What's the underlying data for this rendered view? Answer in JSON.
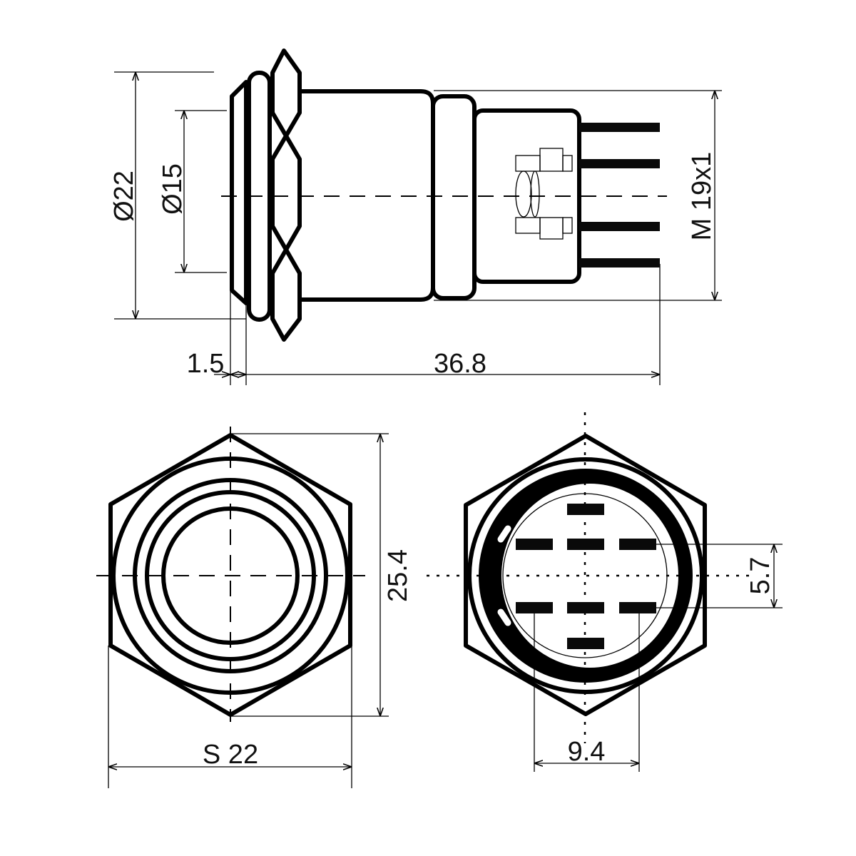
{
  "drawing": {
    "side_view": {
      "dim_outer_diameter": "Ø22",
      "dim_inner_diameter": "Ø15",
      "dim_thread": "M 19x1",
      "dim_bezel_thickness": "1.5",
      "dim_length": "36.8"
    },
    "front_view": {
      "dim_across_corners": "25.4",
      "dim_across_flats": "S 22"
    },
    "rear_view": {
      "dim_pin_row_spacing": "5.7",
      "dim_pin_column_spacing": "9.4"
    },
    "colors": {
      "line": "#000000",
      "background": "#ffffff"
    }
  }
}
